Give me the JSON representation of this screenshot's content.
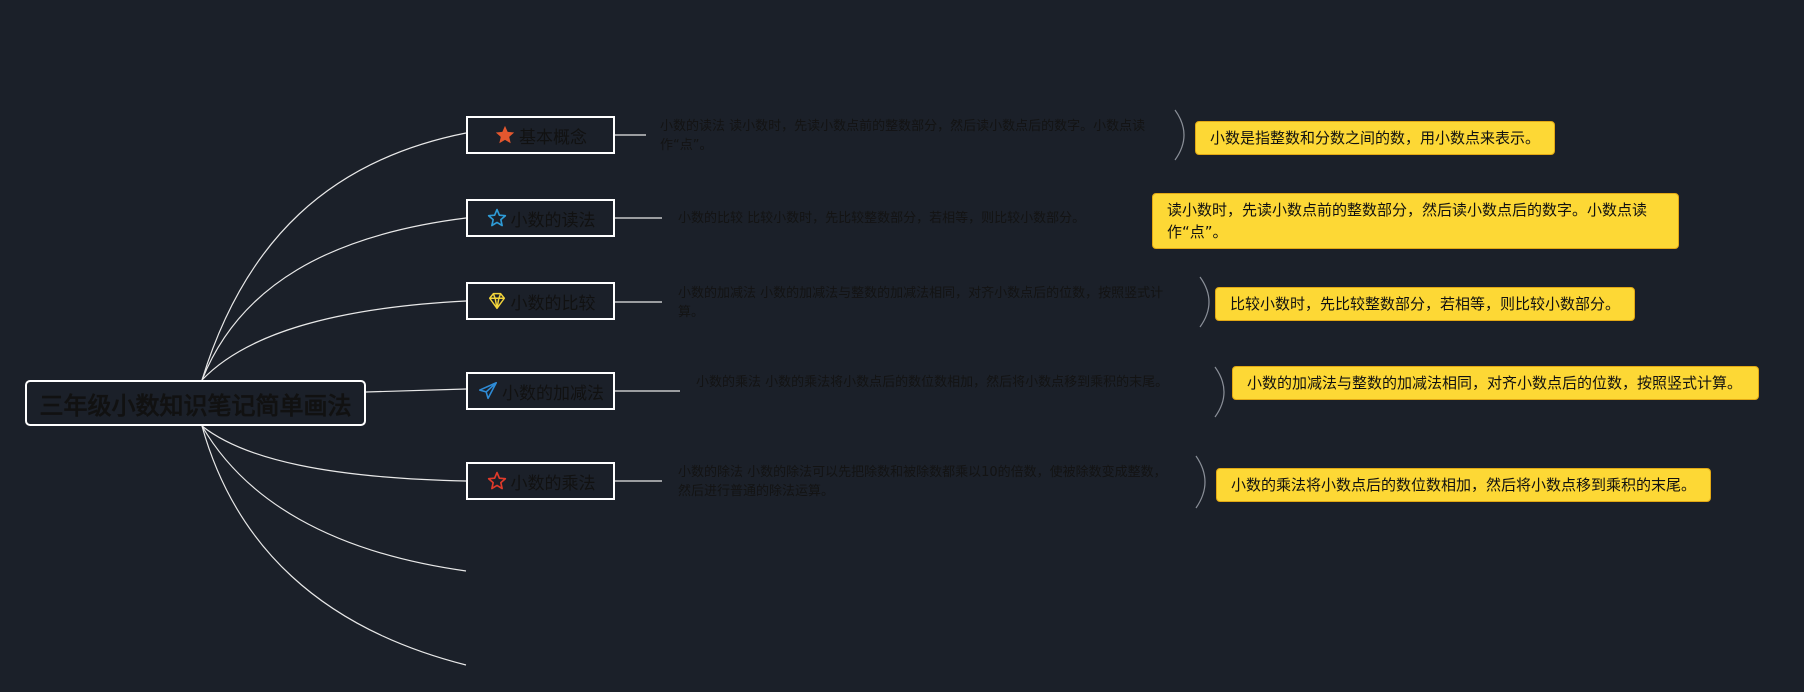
{
  "root": {
    "label": "三年级小数知识笔记简单画法"
  },
  "topics": [
    {
      "label": "基本概念",
      "icon": "filled-star-icon",
      "icon_color": "#e4572e",
      "desc": "小数的读法 读小数时，先读小数点前的整数部分，然后读小数点后的数字。小数点读作“点”。",
      "note": "小数是指整数和分数之间的数，用小数点来表示。"
    },
    {
      "label": "小数的读法",
      "icon": "outline-star-icon",
      "icon_color": "#2e9bd6",
      "desc": "小数的比较 比较小数时，先比较整数部分，若相等，则比较小数部分。",
      "note": "读小数时，先读小数点前的整数部分，然后读小数点后的数字。小数点读作“点”。"
    },
    {
      "label": "小数的比较",
      "icon": "diamond-icon",
      "icon_color": "#f2d43b",
      "desc": "小数的加减法 小数的加减法与整数的加减法相同，对齐小数点后的位数，按照竖式计算。",
      "note": "比较小数时，先比较整数部分，若相等，则比较小数部分。"
    },
    {
      "label": "小数的加减法",
      "icon": "paper-plane-icon",
      "icon_color": "#2e8bd6",
      "desc": "小数的乘法 小数的乘法将小数点后的数位数相加，然后将小数点移到乘积的末尾。",
      "note": "小数的加减法与整数的加减法相同，对齐小数点后的位数，按照竖式计算。"
    },
    {
      "label": "小数的乘法",
      "icon": "outline-star-icon",
      "icon_color": "#e03a2a",
      "desc": "小数的除法 小数的除法可以先把除数和被除数都乘以10的倍数，使被除数变成整数，然后进行普通的除法运算。",
      "note": "小数的乘法将小数点后的数位数相加，然后将小数点移到乘积的末尾。"
    }
  ],
  "colors": {
    "background": "#1b2029",
    "connector": "#e8e8e8",
    "bracket": "#8a8f98",
    "note_fill": "#fdd835",
    "note_border": "#e2a814",
    "dark_text": "#111111"
  }
}
